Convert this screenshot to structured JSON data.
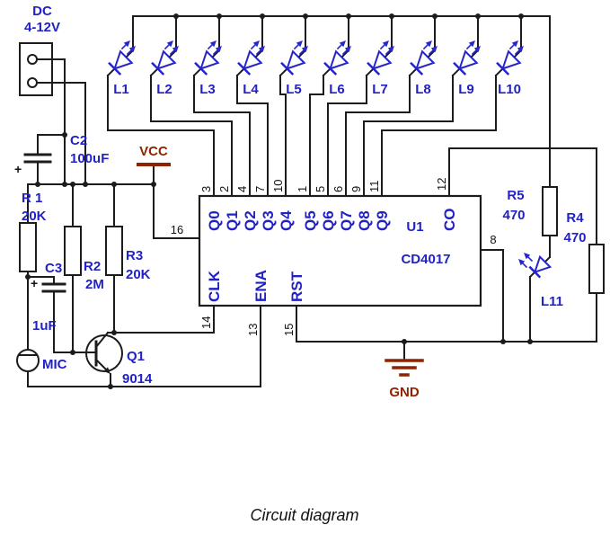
{
  "caption": "Circuit diagram",
  "power_connector": {
    "line1": "DC",
    "line2": "4-12V"
  },
  "rails": {
    "vcc": "VCC",
    "gnd": "GND",
    "vcc_pin": "16",
    "gnd_pin": "8"
  },
  "leds": [
    {
      "name": "L1",
      "ic_pin": "3"
    },
    {
      "name": "L2",
      "ic_pin": "2"
    },
    {
      "name": "L3",
      "ic_pin": "4"
    },
    {
      "name": "L4",
      "ic_pin": "7"
    },
    {
      "name": "L5",
      "ic_pin": "10"
    },
    {
      "name": "L6",
      "ic_pin": "1"
    },
    {
      "name": "L7",
      "ic_pin": "5"
    },
    {
      "name": "L8",
      "ic_pin": "6"
    },
    {
      "name": "L9",
      "ic_pin": "9"
    },
    {
      "name": "L10",
      "ic_pin": "11"
    }
  ],
  "ic": {
    "ref": "U1",
    "part": "CD4017",
    "output_labels": [
      "Q0",
      "Q1",
      "Q2",
      "Q3",
      "Q4",
      "Q5",
      "Q6",
      "Q7",
      "Q8",
      "Q9"
    ],
    "carry_out": {
      "label": "CO",
      "pin": "12"
    },
    "clock": {
      "label": "CLK",
      "pin": "14"
    },
    "enable": {
      "label": "ENA",
      "pin": "13"
    },
    "reset": {
      "label": "RST",
      "pin": "15"
    }
  },
  "components": {
    "c2": {
      "ref": "C2",
      "value": "100uF",
      "polarity": "+"
    },
    "c3": {
      "ref": "C3",
      "value": "1uF",
      "polarity": "+"
    },
    "r1": {
      "ref": "R 1",
      "value": "20K"
    },
    "r2": {
      "ref": "R2",
      "value": "2M"
    },
    "r3": {
      "ref": "R3",
      "value": "20K"
    },
    "r4": {
      "ref": "R4",
      "value": "470"
    },
    "r5": {
      "ref": "R5",
      "value": "470"
    },
    "q1": {
      "ref": "Q1",
      "value": "9014"
    },
    "mic": {
      "ref": "MIC"
    },
    "l11": {
      "ref": "L11"
    }
  },
  "colors": {
    "wire": "#1c1c1c",
    "led_blue": "#2525cc",
    "label_blue": "#2222c4",
    "rail_red": "#8f2300"
  }
}
